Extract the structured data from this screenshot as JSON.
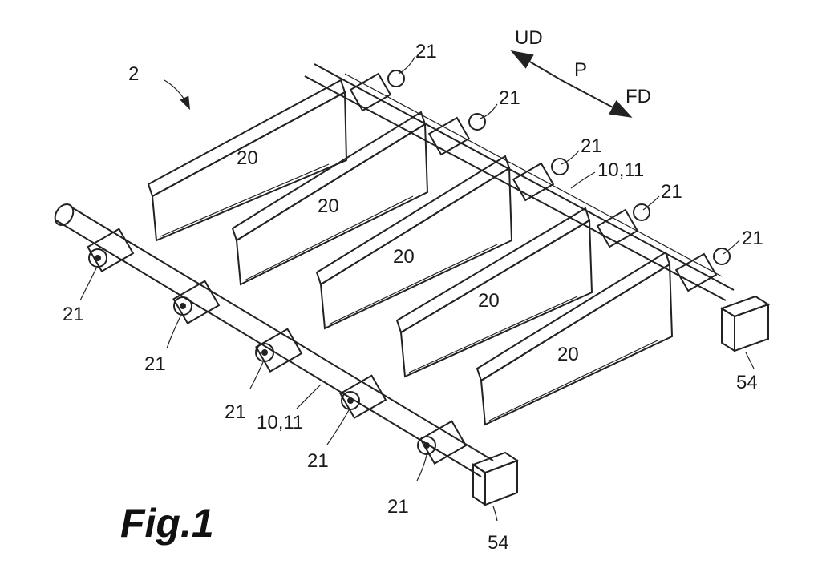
{
  "figure": {
    "caption": "Fig.1"
  },
  "labels": {
    "assembly": "2",
    "paddle": "20",
    "coupling": "21",
    "shaft": "10,11",
    "actuator": "54"
  },
  "direction": {
    "up": "UD",
    "process": "P",
    "forward": "FD"
  }
}
